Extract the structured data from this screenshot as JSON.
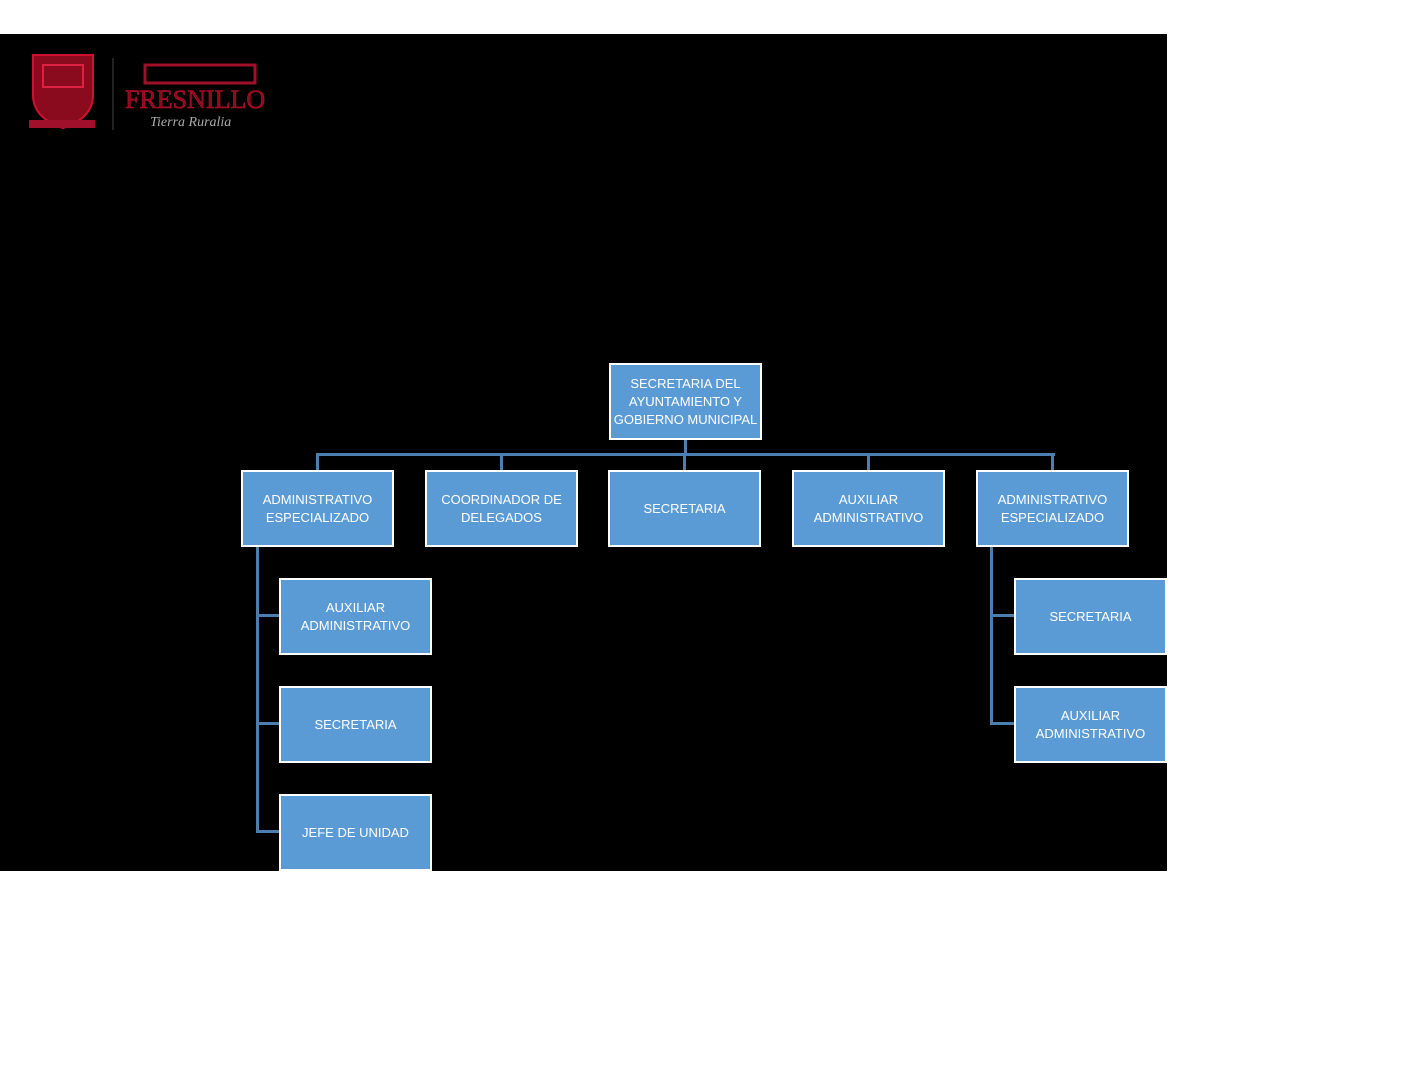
{
  "logo": {
    "text": "FRESNILLO",
    "tagline": "Tierra Ruralia"
  },
  "root": "SECRETARIA DEL AYUNTAMIENTO Y GOBIERNO MUNICIPAL",
  "level1": [
    "ADMINISTRATIVO ESPECIALIZADO",
    "COORDINADOR DE DELEGADOS",
    "SECRETARIA",
    "AUXILIAR ADMINISTRATIVO",
    "ADMINISTRATIVO ESPECIALIZADO"
  ],
  "left_children": [
    "AUXILIAR ADMINISTRATIVO",
    "SECRETARIA",
    "JEFE DE UNIDAD"
  ],
  "right_children": [
    "SECRETARIA",
    "AUXILIAR ADMINISTRATIVO"
  ],
  "colors": {
    "box": "#5b9bd5",
    "line": "#4a7fb0",
    "logo": "#c0102a"
  }
}
